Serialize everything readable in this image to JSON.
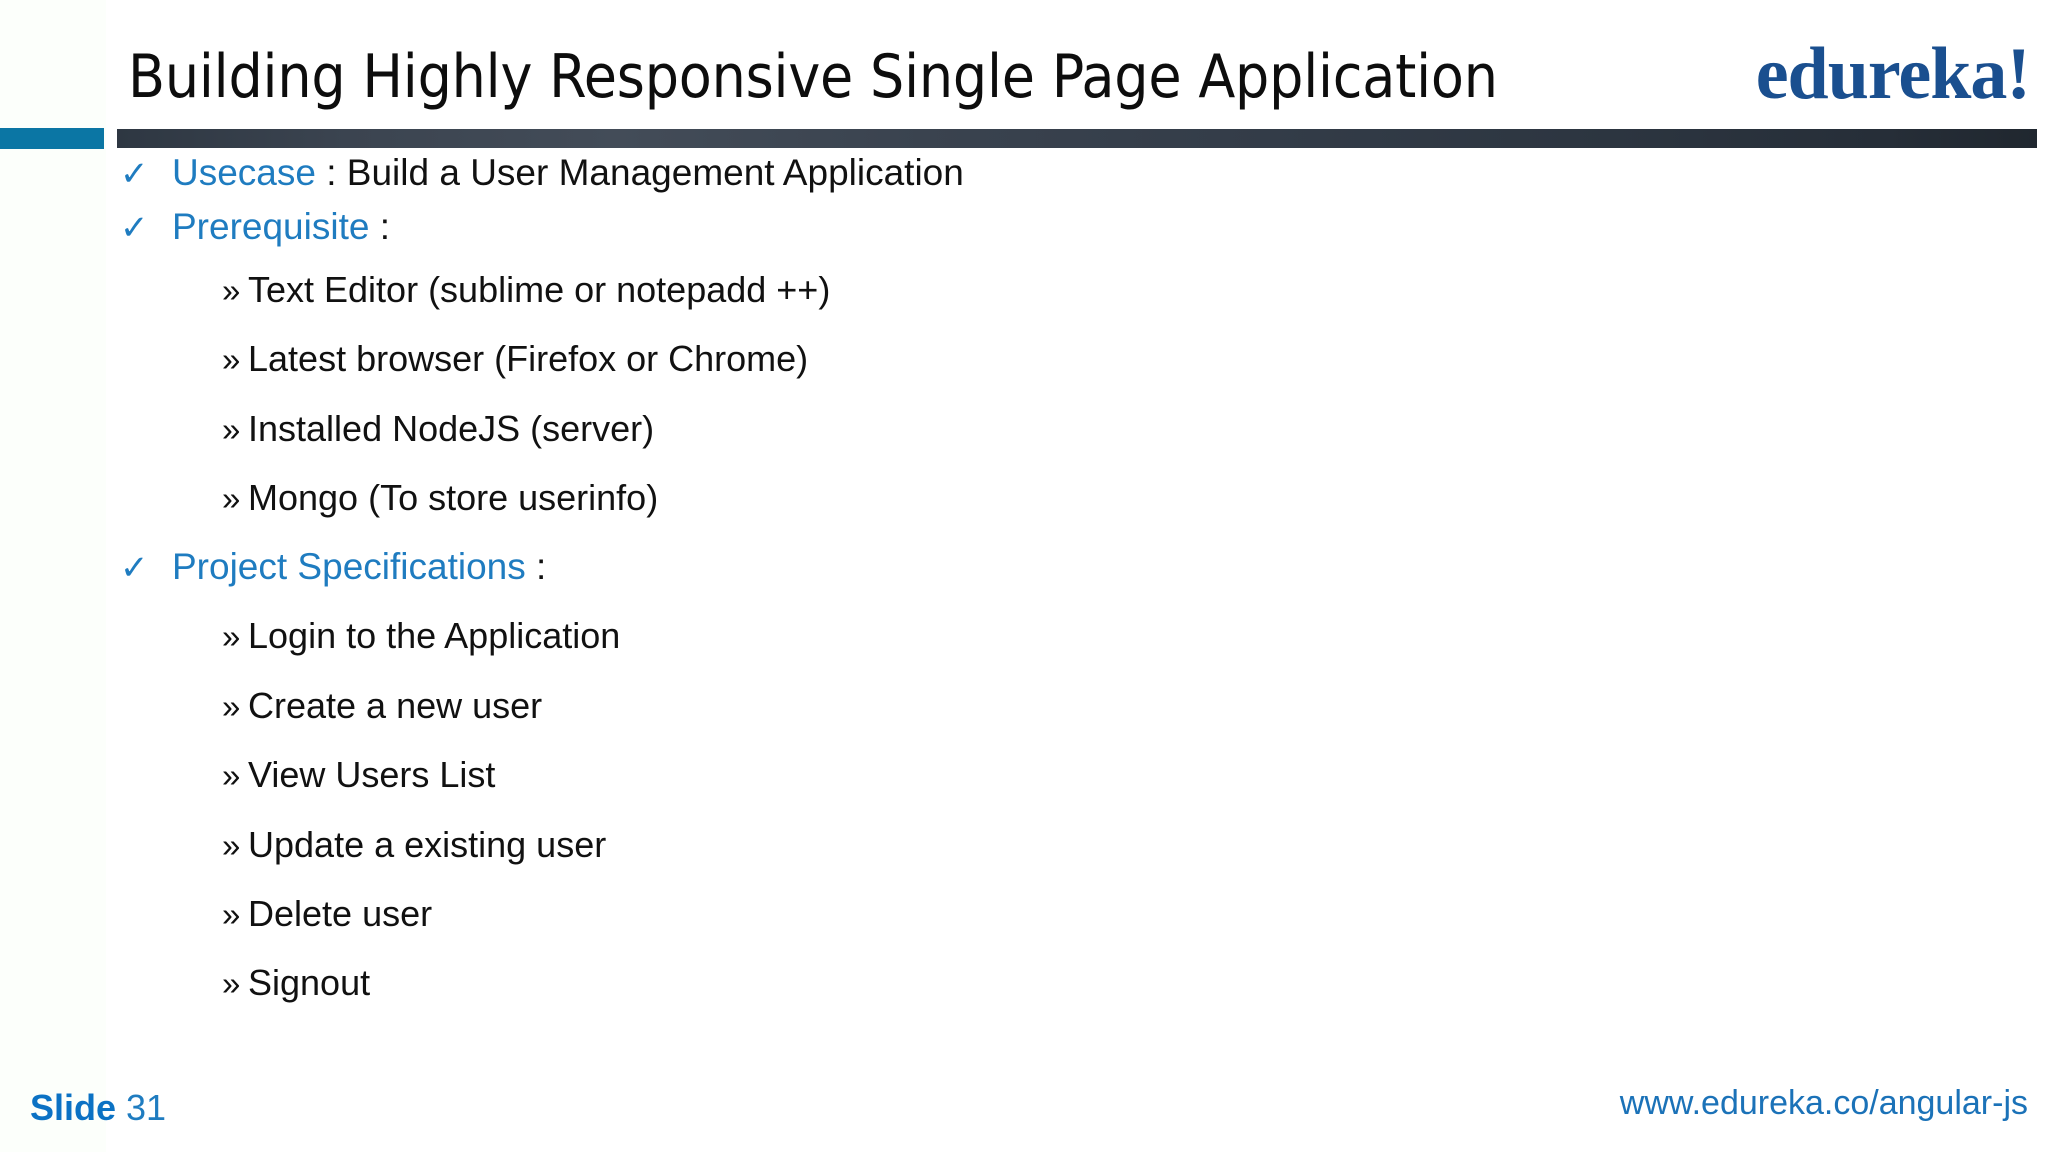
{
  "slide": {
    "title": "Building Highly Responsive Single Page Application",
    "logo": "edureka!",
    "accent_blue": "#0b76a4",
    "accent_dark": "#333c48",
    "heading_blue": "#1f7cc0",
    "logo_blue": "#1a4f8f"
  },
  "bullets": [
    {
      "icon": "check-icon",
      "marker": "✓",
      "key": "Usecase",
      "rest": " : Build a User Management Application"
    },
    {
      "icon": "check-icon",
      "marker": "✓",
      "key": "Prerequisite",
      "rest": " :"
    },
    {
      "icon": "check-icon",
      "marker": "✓",
      "key": "Project Specifications",
      "rest": " :"
    }
  ],
  "prerequisites": {
    "marker": "»",
    "items": [
      "Text Editor (sublime or notepadd ++)",
      "Latest browser (Firefox or Chrome)",
      "Installed NodeJS (server)",
      "Mongo (To store userinfo)"
    ]
  },
  "project_specifications": {
    "marker": "»",
    "items": [
      "Login to the Application",
      "Create a new user",
      "View Users List",
      "Update a existing user",
      "Delete user",
      "Signout"
    ]
  },
  "footer": {
    "slide_word": "Slide",
    "slide_number": "31",
    "url": "www.edureka.co/angular-js"
  }
}
